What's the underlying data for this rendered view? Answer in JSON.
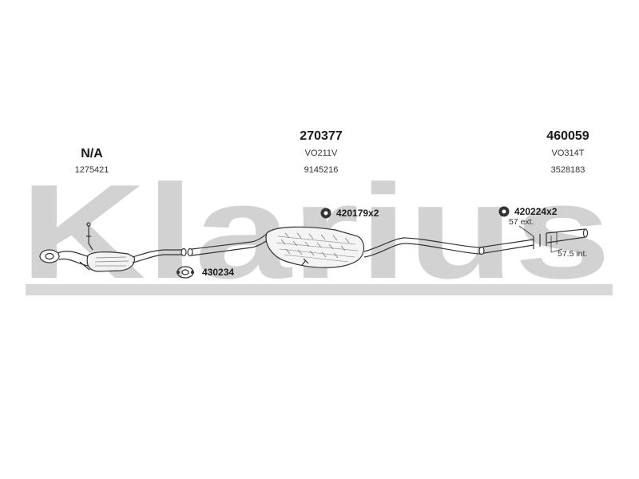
{
  "watermark": {
    "text": "Klarius",
    "color": "#d2d2d2"
  },
  "components": [
    {
      "part_no": "N/A",
      "ref1": "",
      "ref2": "1275421"
    },
    {
      "part_no": "270377",
      "ref1": "VO211V",
      "ref2": "9145216"
    },
    {
      "part_no": "460059",
      "ref1": "VO314T",
      "ref2": "3528183"
    }
  ],
  "fittings": [
    {
      "label": "430234",
      "icon": "gasket-icon"
    },
    {
      "label": "420179x2",
      "icon": "rubber-mount-icon"
    },
    {
      "label": "420224x2",
      "icon": "rubber-mount-icon"
    }
  ],
  "dimensions": {
    "ext": "57 ext.",
    "int": "57.5 int."
  },
  "colors": {
    "line": "#333333",
    "watermark": "#d2d2d2"
  }
}
